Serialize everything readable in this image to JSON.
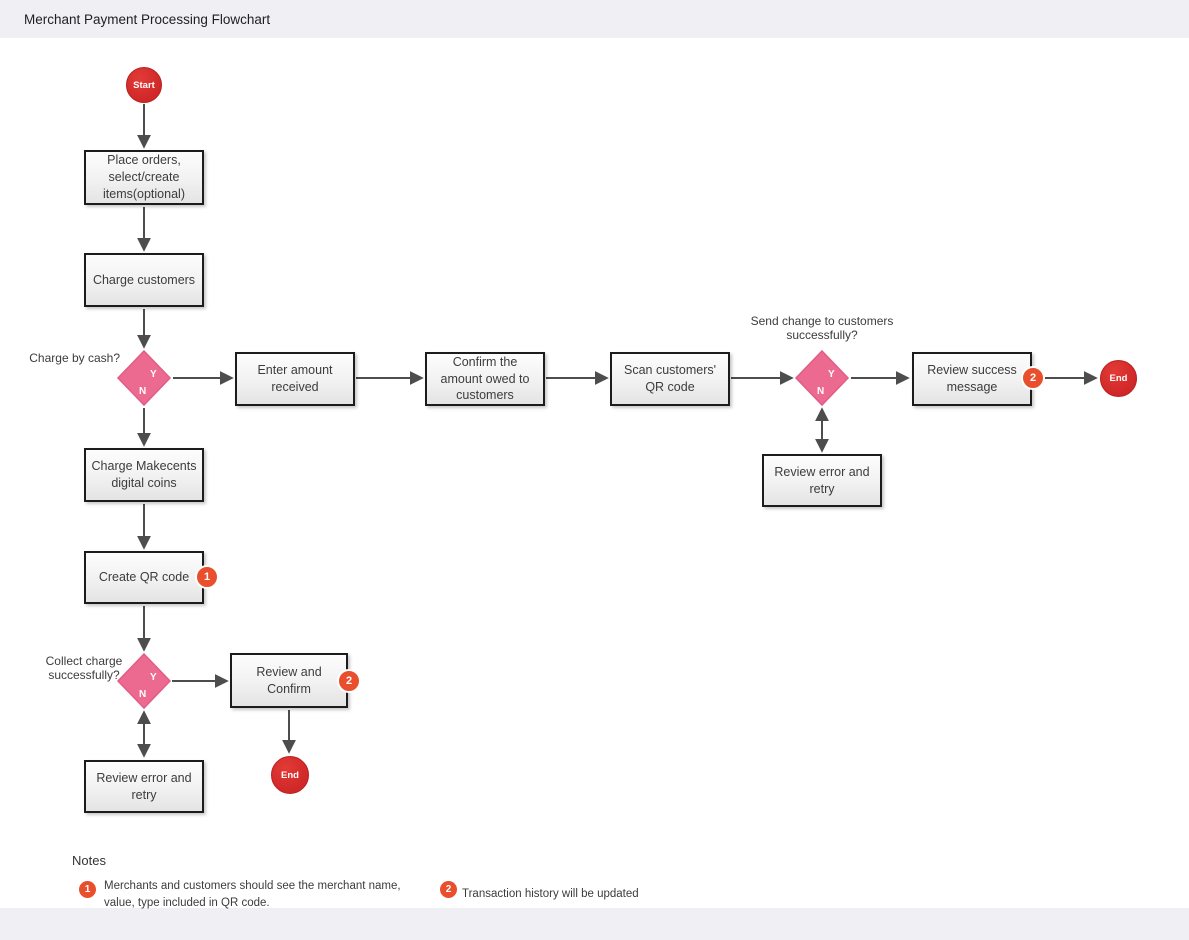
{
  "header": {
    "title": "Merchant Payment Processing Flowchart"
  },
  "flow": {
    "terminals": {
      "start": "Start",
      "end_main": "End",
      "end_alt": "End"
    },
    "nodes": {
      "place_orders": {
        "label": "Place orders,\nselect/create\nitems(optional)"
      },
      "charge_customers": {
        "label": "Charge customers"
      },
      "enter_amount": {
        "label": "Enter amount\nreceived"
      },
      "confirm_amount": {
        "label": "Confirm the\namount owed to\ncustomers"
      },
      "scan_qr": {
        "label": "Scan customers'\nQR code"
      },
      "review_success": {
        "label": "Review success\nmessage"
      },
      "review_error_main": {
        "label": "Review error and\nretry"
      },
      "charge_makecents": {
        "label": "Charge Makecents\ndigital coins"
      },
      "create_qr": {
        "label": "Create QR code"
      },
      "review_confirm": {
        "label": "Review and\nConfirm"
      },
      "review_error_alt": {
        "label": "Review error and\nretry"
      }
    },
    "decisions": {
      "charge_by_cash": {
        "question": "Charge by cash?",
        "yes_label": "Y",
        "no_label": "N"
      },
      "send_change": {
        "question": "Send change to customers\nsuccessfully?",
        "yes_label": "Y",
        "no_label": "N"
      },
      "collect_charge": {
        "question": "Collect charge\nsuccessfully?",
        "yes_label": "Y",
        "no_label": "N"
      }
    },
    "badges": {
      "create_qr": "1",
      "review_success": "2",
      "review_confirm": "2"
    }
  },
  "notes": {
    "heading": "Notes",
    "items": [
      {
        "badge": "1",
        "text": "Merchants and customers should see the merchant name,\nvalue, type included in QR code."
      },
      {
        "badge": "2",
        "text": "Transaction history will be updated"
      }
    ]
  },
  "colors": {
    "terminal_red": "#d02728",
    "decision_pink": "#ec6a8f",
    "badge_orange": "#e94f2d",
    "arrow_gray": "#4d4d4d",
    "bar_background": "#efeff4"
  }
}
